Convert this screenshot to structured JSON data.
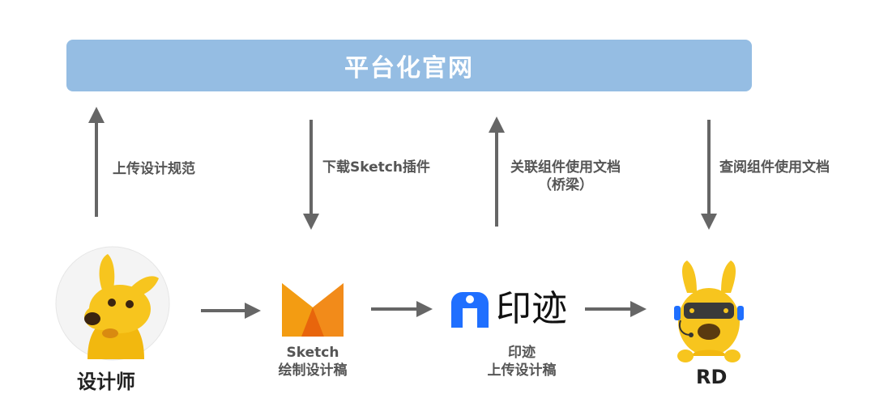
{
  "platform": {
    "title": "平台化官网"
  },
  "arrows": {
    "upload_spec": "上传设计规范",
    "download_plugin": "下载Sketch插件",
    "link_docs_line1": "关联组件使用文档",
    "link_docs_line2": "（桥梁）",
    "view_docs": "查阅组件使用文档"
  },
  "nodes": {
    "designer": "设计师",
    "sketch_line1": "Sketch",
    "sketch_line2": "绘制设计稿",
    "yinji_logo_text": "印迹",
    "yinji_line1": "印迹",
    "yinji_line2": "上传设计稿",
    "rd": "RD"
  },
  "colors": {
    "platform_bar": "#95bde3",
    "arrow": "#666666",
    "yinji_blue": "#1f6fff",
    "mascot_yellow": "#f7c51e",
    "sketch_orange": "#f28b1a"
  }
}
